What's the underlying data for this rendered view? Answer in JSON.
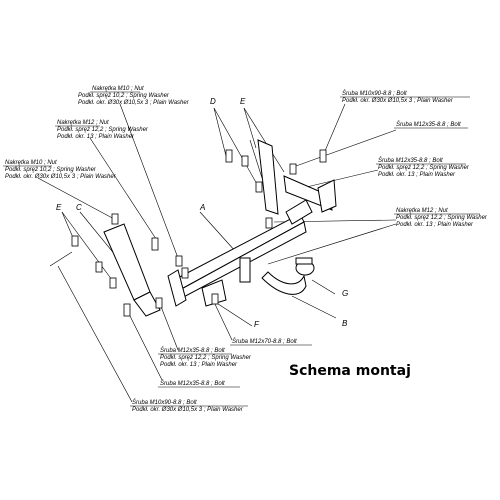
{
  "title": "Schema montaj",
  "letters": {
    "A": "A",
    "B": "B",
    "C": "C",
    "D": "D",
    "E": "E",
    "F": "F",
    "G": "G"
  },
  "callouts": {
    "top_left_nut": [
      "Nakrętka M10 ; Nut",
      "Podkł. spręż 10,2 ; Spring Washer",
      "Podkł. okr. Ø30x Ø10,5x 3 ; Plain Washer"
    ],
    "mid_left_nut": [
      "Nakrętka M12 ; Nut",
      "Podkł. spręż 12,2 ; Spring Washer",
      "Podkł. okr. 13 ; Plain Washer"
    ],
    "left_nut": [
      "Nakrętka M10 ; Nut",
      "Podkł. spręż 10,2 ; Spring Washer",
      "Podkł. okr. Ø30x Ø10,5x 3 ; Plain Washer"
    ],
    "right_top_bolt": [
      "Śruba M10x90-8.8 ; Bolt",
      "Podkł. okr. Ø30x Ø10,5x 3 ; Plain Washer"
    ],
    "right_bolt_12": [
      "Śruba M12x35-8.8 ; Bolt"
    ],
    "right_bolt_set": [
      "Śruba M12x35-8.8 ; Bolt",
      "Podkł. spręż 12,2 ; Spring Washer",
      "Podkł. okr. 13 ; Plain Washer"
    ],
    "right_nut": [
      "Nakrętka M12 ; Nut",
      "Podkł. spręż 12,2 ; Spring Washer",
      "Podkł. okr. 13 ; Plain Washer"
    ],
    "bottom_bolt_70": [
      "Śruba M12x70-8.8 ; Bolt"
    ],
    "bottom_bolt_set": [
      "Śruba M12x35-8.8 ; Bolt",
      "Podkł. spręż 12,2 ; Spring Washer",
      "Podkł. okr. 13 ; Plain Washer"
    ],
    "bottom_bolt_12": [
      "Śruba M12x35-8.8 ; Bolt"
    ],
    "bottom_bolt_90": [
      "Śruba M10x90-8.8 ; Bolt",
      "Podkł. okr. Ø30x Ø10,5x 3 ; Plain Washer"
    ]
  }
}
